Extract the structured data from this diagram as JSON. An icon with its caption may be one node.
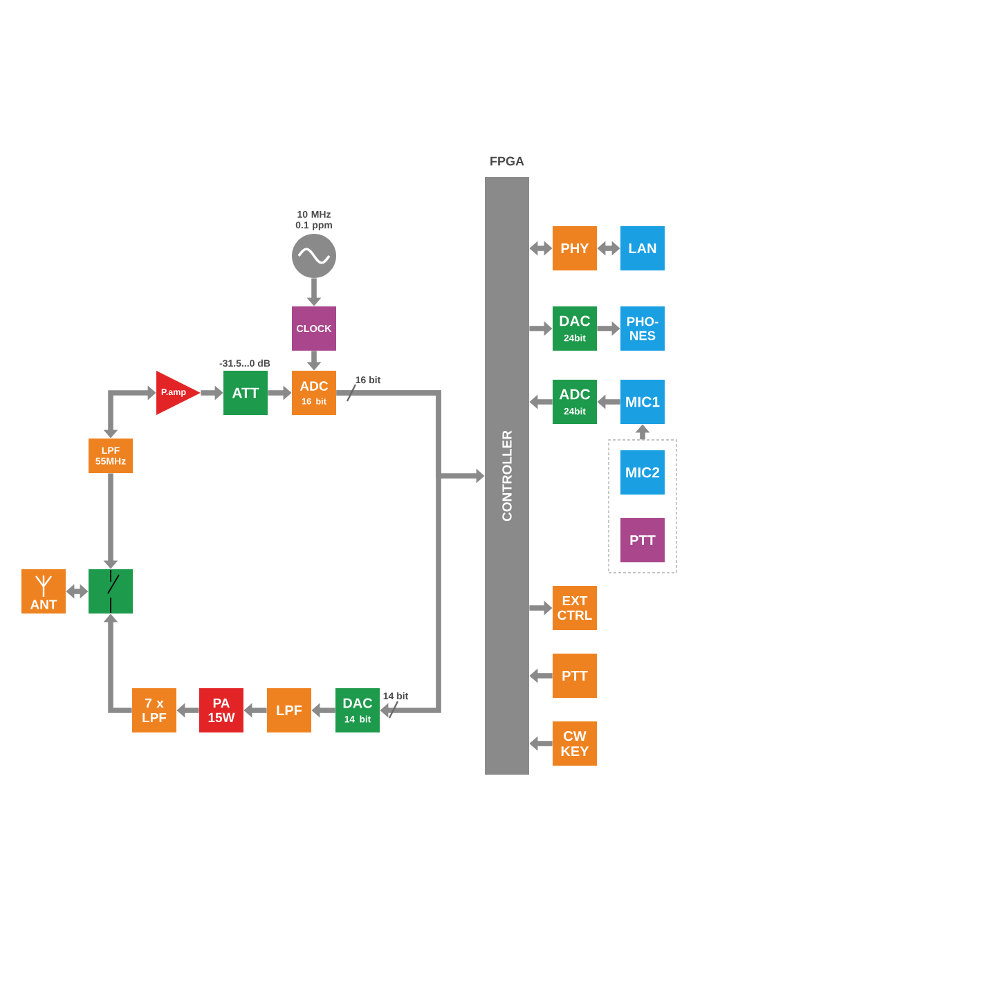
{
  "diagram": {
    "nodes": [
      {
        "text": [],
        "shape": "circle",
        "beside": [
          "10 MHz 0.1 ppm"
        ]
      },
      {
        "text": [
          "CLOCK"
        ]
      },
      {
        "text": [
          "P.amp"
        ]
      },
      {
        "text": [
          "ATT"
        ],
        "beside": [
          "-31.5...0 dB"
        ]
      },
      {
        "text": [
          "ADC",
          "16 bit"
        ]
      },
      {
        "text": [
          "FPGA",
          "CONTROLLER"
        ]
      },
      {
        "text": [
          "PHY"
        ]
      },
      {
        "text": [
          "LAN"
        ]
      },
      {
        "text": [
          "DAC",
          "24bit"
        ]
      },
      {
        "text": [
          "PHO- NES"
        ]
      },
      {
        "text": [
          "LPF 55MHz"
        ]
      },
      {
        "text": [
          "ADC",
          "24bit"
        ]
      },
      {
        "text": [
          "MIC1"
        ]
      },
      {
        "text": [],
        "shape": "box"
      },
      {
        "text": [
          "MIC2"
        ],
        "in": 13
      },
      {
        "text": [
          "PTT"
        ],
        "in": 13
      },
      {
        "text": [
          "ANT"
        ]
      },
      {
        "text": [],
        "shape": "box"
      },
      {
        "text": [
          "EXT CTRL"
        ]
      },
      {
        "text": [
          "PTT"
        ]
      },
      {
        "text": [
          "7 x LPF"
        ]
      },
      {
        "text": [
          "PA 15W"
        ]
      },
      {
        "text": [
          "LPF"
        ]
      },
      {
        "text": [
          "DAC",
          "14 bit"
        ]
      },
      {
        "text": [
          "CW KEY"
        ]
      }
    ],
    "edges": [
      {
        "from": 0,
        "to": 1,
        "arrow": "to"
      },
      {
        "from": 1,
        "to": 4,
        "arrow": "to"
      },
      {
        "from": 2,
        "to": 3,
        "arrow": "to"
      },
      {
        "from": 3,
        "to": 4,
        "arrow": "to"
      },
      {
        "from": 4,
        "to": 5,
        "arrow": "to"
      },
      {
        "from": 4,
        "to": 23,
        "arrow": "to"
      },
      {
        "from": 10,
        "to": 2,
        "arrow": "both"
      },
      {
        "from": 10,
        "to": 17,
        "arrow": "to"
      },
      {
        "from": 16,
        "to": 17,
        "arrow": "both"
      },
      {
        "from": 20,
        "to": 17,
        "arrow": "to"
      },
      {
        "from": 23,
        "to": 22,
        "arrow": "to"
      },
      {
        "from": 22,
        "to": 21,
        "arrow": "to"
      },
      {
        "from": 21,
        "to": 20,
        "arrow": "to"
      },
      {
        "from": 5,
        "to": 6,
        "arrow": "both"
      },
      {
        "from": 6,
        "to": 7,
        "arrow": "both"
      },
      {
        "from": 5,
        "to": 8,
        "arrow": "to"
      },
      {
        "from": 8,
        "to": 9,
        "arrow": "to"
      },
      {
        "from": 11,
        "to": 5,
        "arrow": "to"
      },
      {
        "from": 12,
        "to": 11,
        "arrow": "to"
      },
      {
        "from": 13,
        "to": 12,
        "arrow": "to"
      },
      {
        "from": 5,
        "to": 18,
        "arrow": "to"
      },
      {
        "from": 19,
        "to": 5,
        "arrow": "to"
      },
      {
        "from": 24,
        "to": 5,
        "arrow": "to"
      }
    ],
    "labels": [
      "16 bit",
      "14 bit"
    ]
  }
}
